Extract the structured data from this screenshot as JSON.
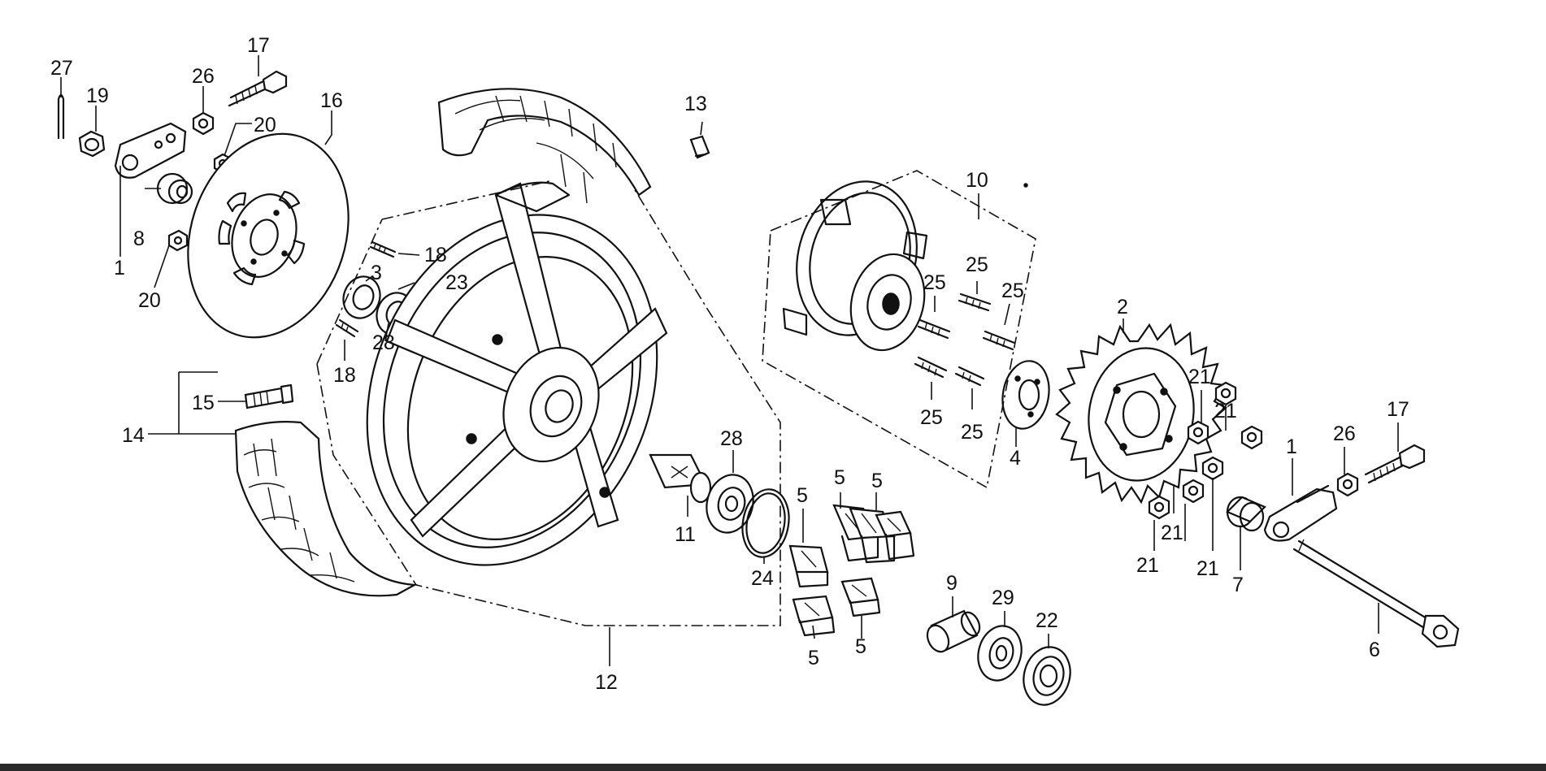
{
  "labels": [
    {
      "id": "l27",
      "text": "27"
    },
    {
      "id": "l19",
      "text": "19"
    },
    {
      "id": "l26a",
      "text": "26"
    },
    {
      "id": "l17a",
      "text": "17"
    },
    {
      "id": "l20a",
      "text": "20"
    },
    {
      "id": "l16",
      "text": "16"
    },
    {
      "id": "l8",
      "text": "8"
    },
    {
      "id": "l1a",
      "text": "1"
    },
    {
      "id": "l20b",
      "text": "20"
    },
    {
      "id": "l18a",
      "text": "18"
    },
    {
      "id": "l3",
      "text": "3"
    },
    {
      "id": "l23",
      "text": "23"
    },
    {
      "id": "l18b",
      "text": "18"
    },
    {
      "id": "l28a",
      "text": "28"
    },
    {
      "id": "l15",
      "text": "15"
    },
    {
      "id": "l14",
      "text": "14"
    },
    {
      "id": "l13",
      "text": "13"
    },
    {
      "id": "l10",
      "text": "10"
    },
    {
      "id": "l25a",
      "text": "25"
    },
    {
      "id": "l25b",
      "text": "25"
    },
    {
      "id": "l25c",
      "text": "25"
    },
    {
      "id": "l25d",
      "text": "25"
    },
    {
      "id": "l25e",
      "text": "25"
    },
    {
      "id": "l2",
      "text": "2"
    },
    {
      "id": "l4",
      "text": "4"
    },
    {
      "id": "l28b",
      "text": "28"
    },
    {
      "id": "l11",
      "text": "11"
    },
    {
      "id": "l24",
      "text": "24"
    },
    {
      "id": "l5a",
      "text": "5"
    },
    {
      "id": "l5b",
      "text": "5"
    },
    {
      "id": "l5c",
      "text": "5"
    },
    {
      "id": "l5d",
      "text": "5"
    },
    {
      "id": "l5e",
      "text": "5"
    },
    {
      "id": "l12",
      "text": "12"
    },
    {
      "id": "l9",
      "text": "9"
    },
    {
      "id": "l29",
      "text": "29"
    },
    {
      "id": "l22",
      "text": "22"
    },
    {
      "id": "l21a",
      "text": "21"
    },
    {
      "id": "l21b",
      "text": "21"
    },
    {
      "id": "l21c",
      "text": "21"
    },
    {
      "id": "l21d",
      "text": "21"
    },
    {
      "id": "l21e",
      "text": "21"
    },
    {
      "id": "l1b",
      "text": "1"
    },
    {
      "id": "l26b",
      "text": "26"
    },
    {
      "id": "l17b",
      "text": "17"
    },
    {
      "id": "l7",
      "text": "7"
    },
    {
      "id": "l6",
      "text": "6"
    }
  ]
}
